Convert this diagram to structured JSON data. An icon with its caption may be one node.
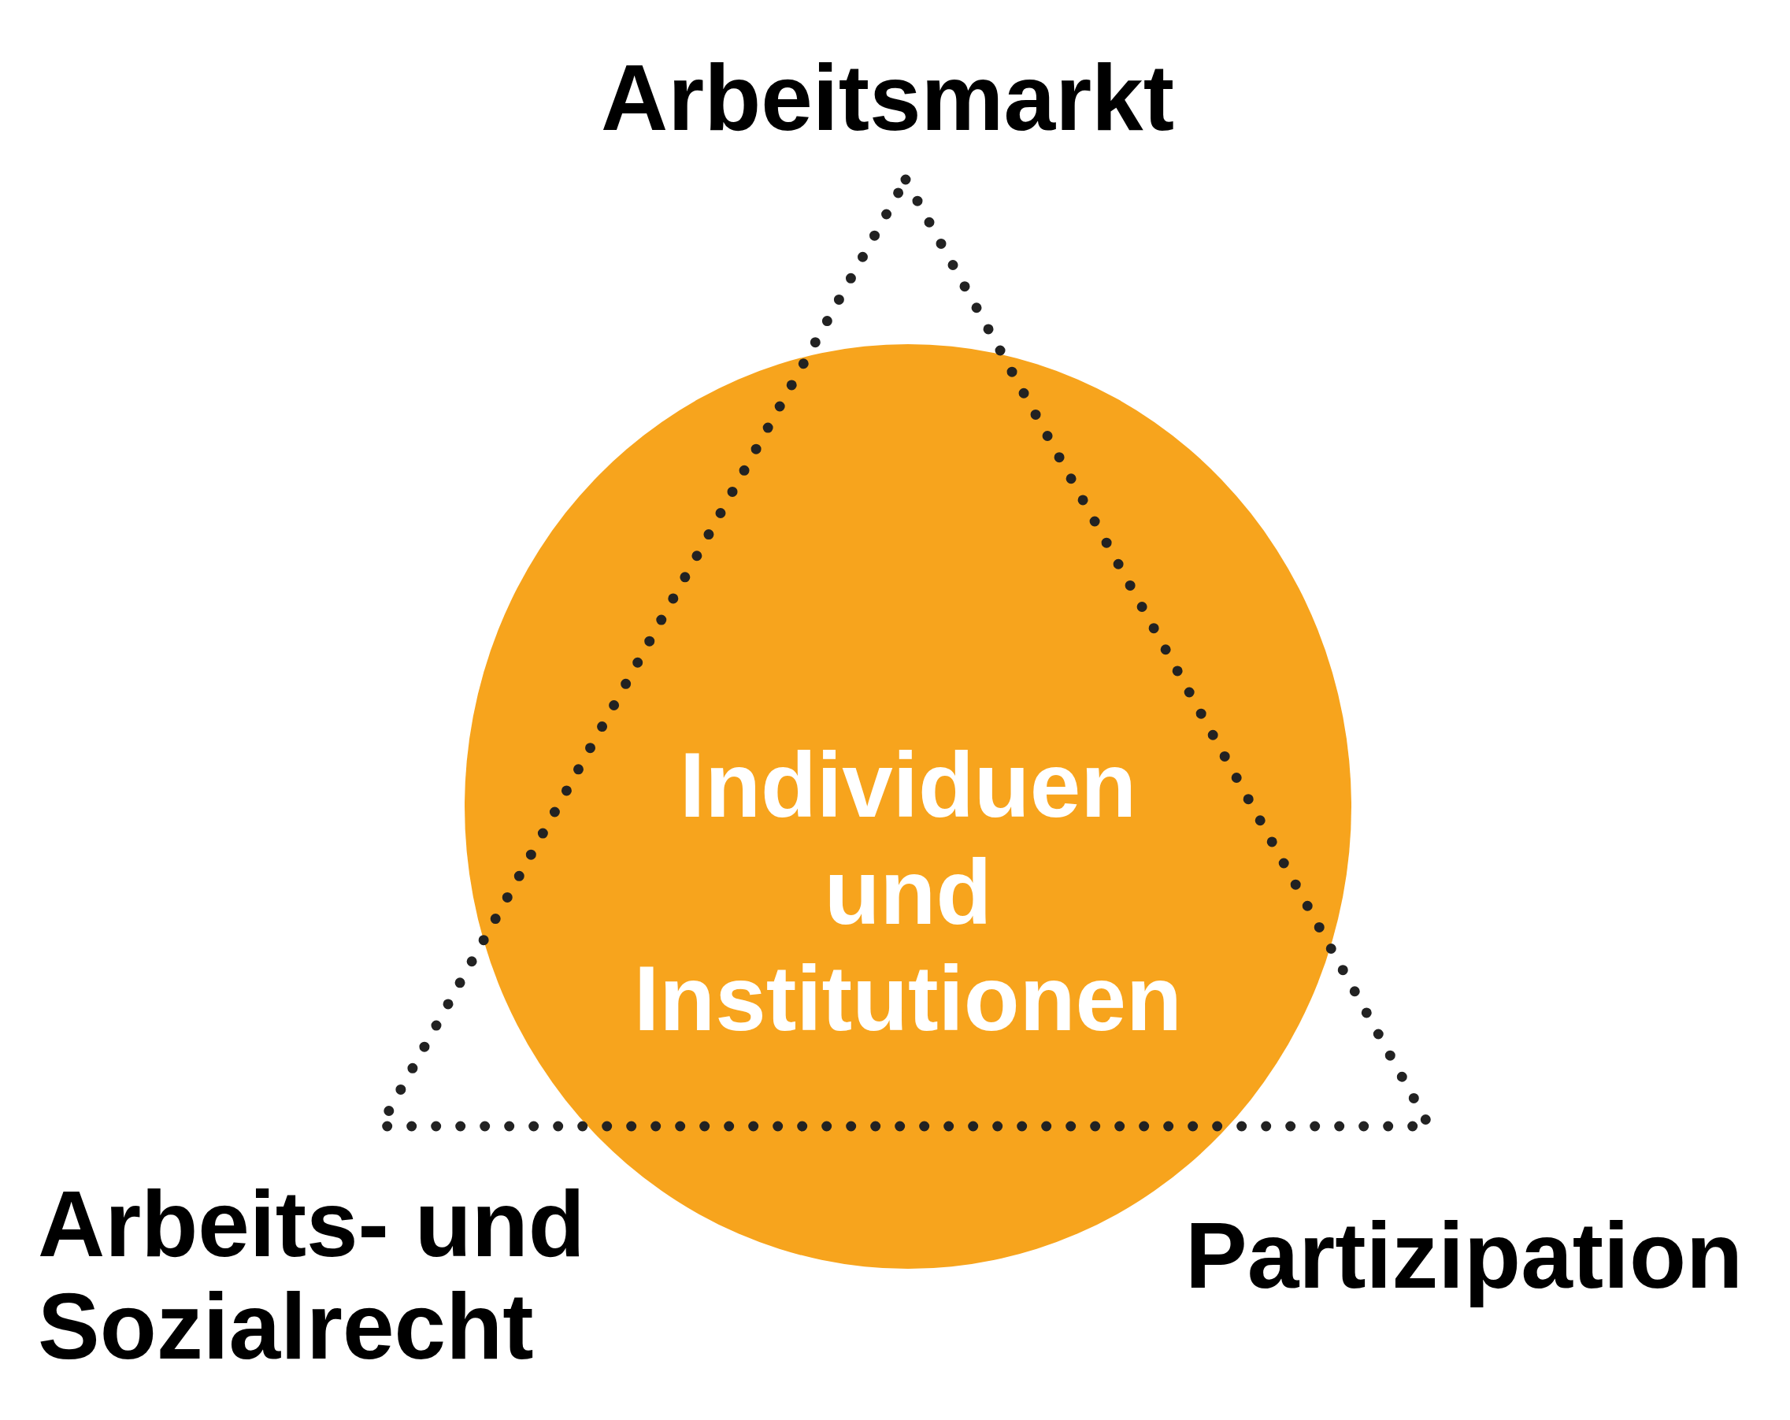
{
  "diagram": {
    "nodes": [
      {
        "text": [
          "Individuen und Institutionen"
        ]
      }
    ],
    "labels": [
      "Arbeitsmarkt",
      "Arbeits- und Sozialrecht",
      "Partizipation"
    ]
  }
}
